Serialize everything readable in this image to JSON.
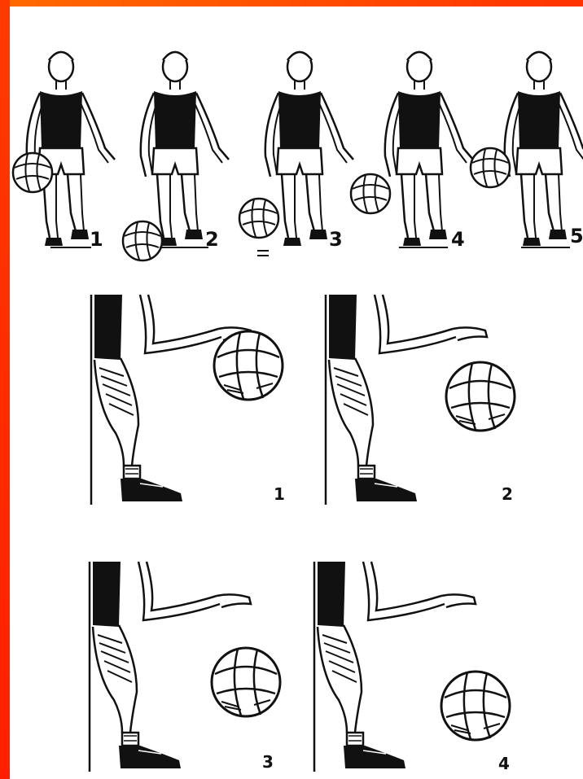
{
  "colors": {
    "frame": "#ff3300",
    "ink": "#111111",
    "paper": "#ffffff"
  },
  "top_row": {
    "labels": [
      "1",
      "2",
      "3",
      "4",
      "5"
    ]
  },
  "hand_panels": {
    "labels": [
      "1",
      "2",
      "3",
      "4"
    ]
  }
}
